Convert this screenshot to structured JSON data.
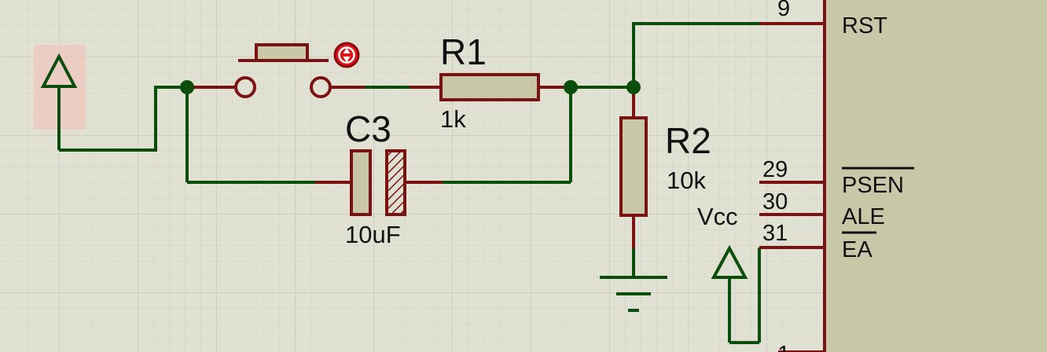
{
  "colors": {
    "background": "#e1e1d3",
    "grid_minor": "#d3d3c5",
    "grid_major": "#c4c4b6",
    "wire": "#0b4d0b",
    "pin": "#7a1212",
    "component_fill": "#c8c8a8",
    "chip_fill": "#c8c8a8",
    "highlight": "#ecc9c0",
    "marker": "#e0151c"
  },
  "components": {
    "R1": {
      "ref": "R1",
      "value": "1k"
    },
    "R2": {
      "ref": "R2",
      "value": "10k"
    },
    "C3": {
      "ref": "C3",
      "value": "10uF"
    }
  },
  "chip": {
    "pins": [
      {
        "number": "9",
        "name": "RST"
      },
      {
        "number": "29",
        "name": "PSEN"
      },
      {
        "number": "30",
        "name": "ALE"
      },
      {
        "number": "31",
        "name": "EA"
      }
    ],
    "partial_pin_number": "1"
  },
  "net_labels": {
    "vcc": "Vcc"
  },
  "icons": {
    "power_left": "power-terminal-arrow-icon",
    "power_vcc": "power-terminal-arrow-icon",
    "ground": "ground-icon",
    "marker": "updown-arrow-marker-icon",
    "switch": "pushbutton-switch-icon"
  }
}
